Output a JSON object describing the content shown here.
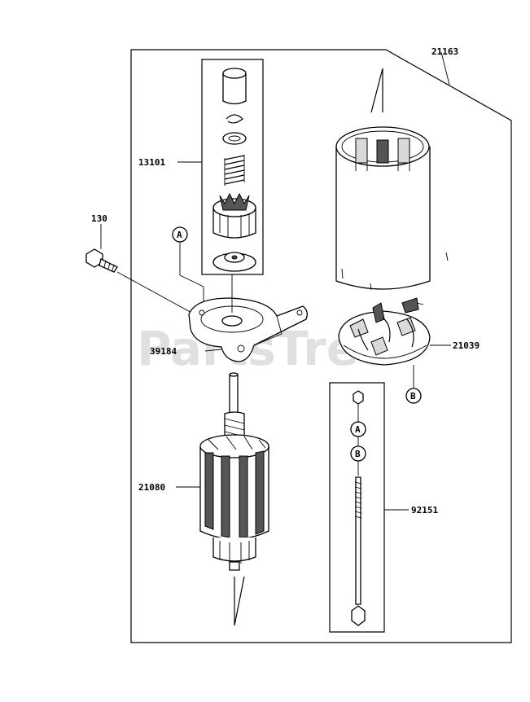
{
  "watermark": "PartsTree",
  "callouts": {
    "p21163": "21163",
    "p13101": "13101",
    "p130": "130",
    "p39184": "39184",
    "p21039": "21039",
    "p21080": "21080",
    "p92151": "92151",
    "markA1": "A",
    "markB1": "B",
    "markA2": "A",
    "markB2": "B"
  },
  "icons": [
    "starter-housing",
    "pinion-gear",
    "spring",
    "bolt",
    "bracket",
    "armature",
    "brush-holder",
    "through-bolt"
  ]
}
